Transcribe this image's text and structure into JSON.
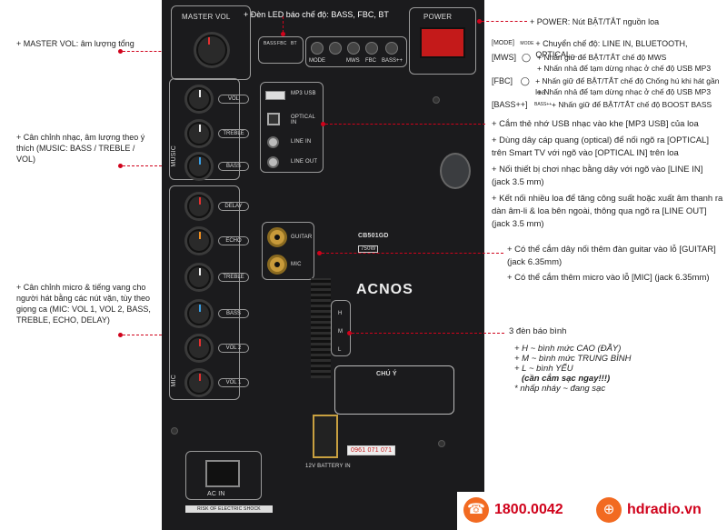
{
  "left_annotations": {
    "master_vol": "+ MASTER VOL: âm lượng tổng",
    "music": "+ Cân chỉnh nhạc, âm lượng theo ý thích (MUSIC: BASS / TREBLE / VOL)",
    "mic": "+ Cân chỉnh micro & tiếng vang cho người hát bằng các nút vặn, tùy theo giọng ca (MIC: VOL 1, VOL 2, BASS, TREBLE, ECHO, DELAY)"
  },
  "top_annotations": {
    "led": "+ Đèn LED báo chế độ: BASS, FBC, BT",
    "power": "+ POWER: Nút BẬT/TẮT nguồn loa"
  },
  "mode_annotations": [
    {
      "key": "[MODE]",
      "text": "+ Chuyển chế độ: LINE IN, BLUETOOTH, OPTICAL,..."
    },
    {
      "key": "[MWS]",
      "text": "+ Nhấn giữ để BẬT/TẮT chế độ MWS"
    },
    {
      "key": "",
      "text": "+ Nhấn nhả để tạm dừng nhạc ở chế độ USB MP3"
    },
    {
      "key": "[FBC]",
      "text": "+ Nhấn giữ để BẬT/TẮT chế độ Chống hú khi hát gần loa"
    },
    {
      "key": "",
      "text": "+ Nhấn nhả để tạm dừng nhạc ở chế độ USB MP3"
    },
    {
      "key": "[BASS++]",
      "text": "+ Nhấn giữ để BẬT/TẮT chế độ BOOST BASS"
    }
  ],
  "mode_icon_labels": {
    "mode": "MODE",
    "bass": "BASS++"
  },
  "io_annotations": [
    "+ Cắm thẻ nhớ USB nhạc vào khe [MP3 USB] của loa",
    "+ Dùng dây cáp quang (optical) để nối ngõ ra [OPTICAL] trên Smart TV với ngõ vào [OPTICAL IN] trên loa",
    "+ Nối thiết bị chơi nhạc bằng dây với ngõ vào [LINE IN] (jack 3.5 mm)",
    "+ Kết nối nhiều loa để tăng công suất hoặc xuất âm thanh ra dàn âm-li & loa bên ngoài, thông qua ngõ ra [LINE OUT] (jack 3.5 mm)"
  ],
  "guitar_annotations": [
    "+ Có thể cắm dây nối thêm đàn guitar vào lỗ [GUITAR] (jack 6.35mm)",
    "+ Có thể cắm thêm micro vào lỗ [MIC] (jack 6.35mm)"
  ],
  "battery": {
    "title": "3 đèn báo bình",
    "lines": [
      "+ H ~ bình mức CAO (ĐẦY)",
      "+ M ~ bình mức TRUNG BÌNH",
      "+ L ~ bình YẾU",
      "(cần cắm sạc ngay!!!)",
      "* nhấp nháy ~ đang sạc"
    ]
  },
  "panel": {
    "master_vol": "MASTER VOL",
    "power": "POWER",
    "led_labels": [
      "BASS",
      "FBC",
      "BT"
    ],
    "buttons": [
      "MODE",
      "",
      "MWS",
      "FBC",
      "BASS++"
    ],
    "music_knobs": [
      "VOL",
      "TREBLE",
      "BASS"
    ],
    "music_side": "MUSIC",
    "mic_knobs": [
      "DELAY",
      "ECHO",
      "TREBLE",
      "BASS",
      "VOL 2",
      "VOL 1"
    ],
    "mic_side": "MIC",
    "io_labels": {
      "usb": "MP3 USB",
      "optical": "OPTICAL IN",
      "line_in": "LINE IN",
      "line_out": "LINE OUT"
    },
    "jack_labels": {
      "guitar": "GUITAR",
      "mic": "MIC"
    },
    "model": "CB501GD",
    "power_rating": "750W",
    "brand": "ACNOS",
    "hml": [
      "H",
      "M",
      "L"
    ],
    "caution": "CHÚ Ý",
    "phone_panel": "0961 071 071",
    "battery_in": "12V BATTERY IN",
    "ac_in": "AC IN",
    "ac_sub": "RISK OF ELECTRIC SHOCK"
  },
  "footer": {
    "phone": "1800.0042",
    "site": "hdradio.vn"
  },
  "colors": {
    "accent": "#d0021b",
    "phone_orange": "#f26a21",
    "panel": "#1b1b1d"
  }
}
